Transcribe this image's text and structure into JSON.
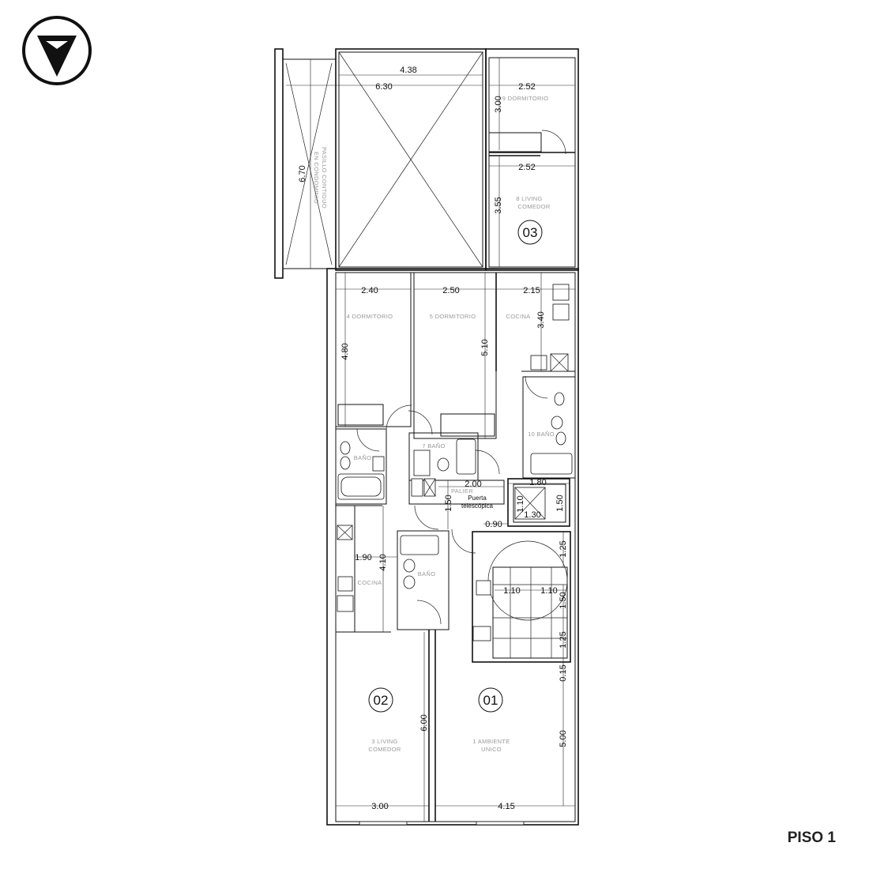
{
  "floor_label": "PISO 1",
  "icons": {
    "north_arrow": "north-arrow-icon"
  },
  "units": [
    "01",
    "02",
    "03"
  ],
  "rooms": [
    {
      "id": "r1",
      "label": "1  AMBIENTE",
      "label2": "UNICO"
    },
    {
      "id": "r2",
      "label": "3  LIVING",
      "label2": "COMEDOR"
    },
    {
      "id": "r3",
      "label": "4  DORMITORIO"
    },
    {
      "id": "r4",
      "label": "5  DORMITORIO"
    },
    {
      "id": "r5",
      "label": "7  BAÑO"
    },
    {
      "id": "r6",
      "label": "8  LIVING",
      "label2": "COMEDOR"
    },
    {
      "id": "r7",
      "label": "9  DORMITORIO"
    },
    {
      "id": "r8",
      "label": "10  BAÑO"
    },
    {
      "id": "r9",
      "label": "COCINA"
    },
    {
      "id": "r10",
      "label": "COCINA"
    },
    {
      "id": "r11",
      "label": "BAÑO"
    },
    {
      "id": "r12",
      "label": "BAÑO"
    },
    {
      "id": "r13",
      "label": "PALIER"
    },
    {
      "id": "r14",
      "label": "PASILLO  CONTIGUO",
      "label2": "EN  CONDOMINIO"
    }
  ],
  "annotations": {
    "door_note_1": "Puerta",
    "door_note_2": "telescópica"
  },
  "dimensions": [
    "4.38",
    "6.30",
    "2.52",
    "3.00",
    "2.52",
    "3.55",
    "6.70",
    "2.40",
    "2.50",
    "2.15",
    "3.40",
    "4.80",
    "5.10",
    "2.00",
    "1.50",
    "1.80",
    "1.10",
    "1.50",
    "1.30",
    "0.90",
    "1.25",
    "1.90",
    "4.10",
    "1.10",
    "1.10",
    "1.50",
    "1.25",
    "0.15",
    "6.00",
    "5.00",
    "3.00",
    "4.15"
  ]
}
